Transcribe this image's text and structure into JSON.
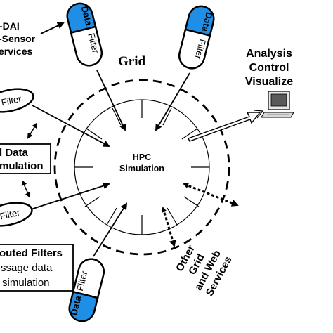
{
  "colors": {
    "data_fill": "#1f8ee6",
    "line": "#000000",
    "background": "#ffffff"
  },
  "top_left": {
    "line1": "-DAI",
    "line2": "-Sensor",
    "line3": "ervices"
  },
  "grid_label": "Grid",
  "analysis": {
    "line1": "Analysis",
    "line2": "Control",
    "line3": "Visualize"
  },
  "hpc": {
    "line1": "HPC",
    "line2": "Simulation"
  },
  "mid_left_box": {
    "line1": "l Data",
    "line2": "mulation"
  },
  "bottom_left_box": {
    "line1": "outed Filters",
    "line2": "ssage data",
    "line3": "simulation"
  },
  "other_services": {
    "line1": "Other",
    "line2": "Grid",
    "line3": "and Web",
    "line4": "Services"
  },
  "capsule_data_label": "Data",
  "capsule_filter_label": "Filter",
  "icons": {
    "computer": "computer-monitor-icon"
  }
}
